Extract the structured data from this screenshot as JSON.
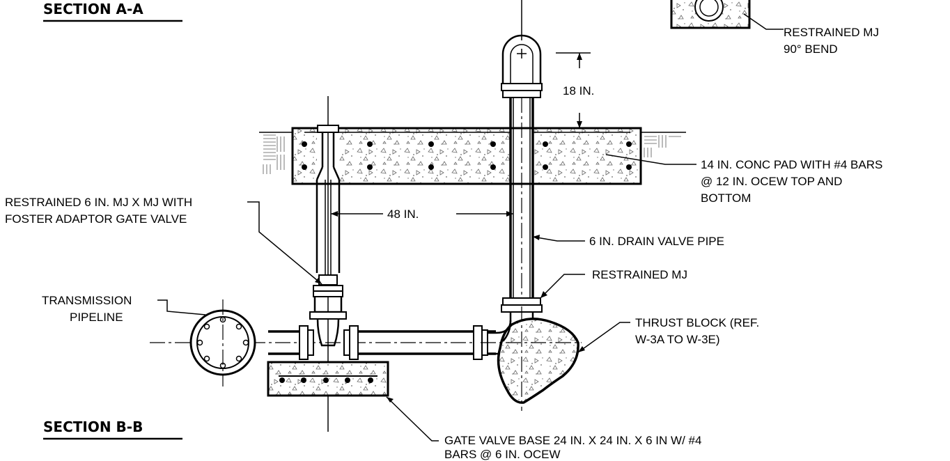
{
  "titles": {
    "section_a": "SECTION A-A",
    "section_b": "SECTION B-B"
  },
  "labels": {
    "bend_line1": "RESTRAINED MJ",
    "bend_line2": "90° BEND",
    "dim_18": "18 IN.",
    "pad_line1": "14 IN. CONC PAD WITH #4 BARS",
    "pad_line2": "@ 12 IN. OCEW TOP AND",
    "pad_line3": "BOTTOM",
    "valve_line1": "RESTRAINED 6 IN. MJ X MJ WITH",
    "valve_line2": "FOSTER ADAPTOR GATE VALVE",
    "dim_48": "48 IN.",
    "drain_pipe": "6 IN. DRAIN VALVE PIPE",
    "restrained_mj": "RESTRAINED MJ",
    "transmission_line1": "TRANSMISSION",
    "transmission_line2": "PIPELINE",
    "thrust_line1": "THRUST BLOCK (REF.",
    "thrust_line2": "W-3A TO W-3E)",
    "base_line1": "GATE VALVE BASE  24 IN. X 24 IN. X 6 IN W/ #4",
    "base_line2": "BARS @ 6 IN.  OCEW"
  }
}
